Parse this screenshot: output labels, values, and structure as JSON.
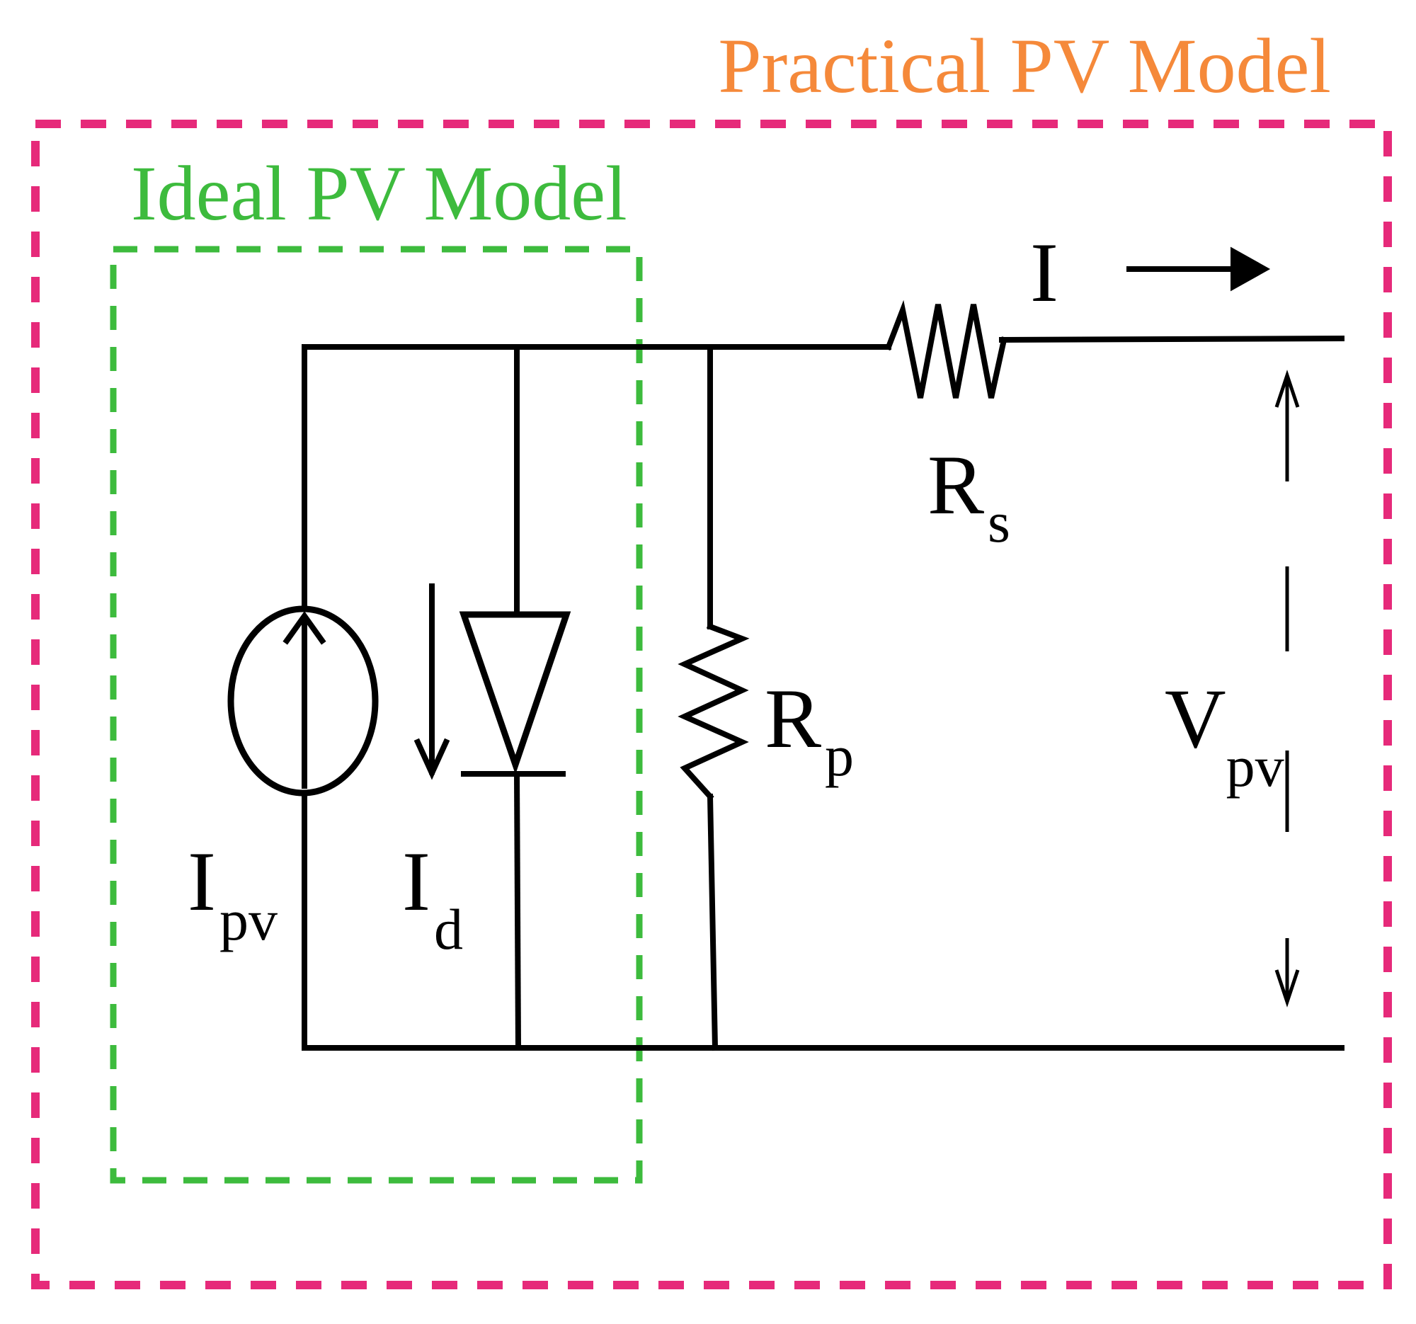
{
  "titles": {
    "practical": "Practical  PV Model",
    "ideal": "Ideal  PV Model"
  },
  "labels": {
    "current_out": "I",
    "rs_main": "R",
    "rs_sub": "s",
    "rp_main": "R",
    "rp_sub": "p",
    "vpv_main": "V",
    "vpv_sub": "pv",
    "ipv_main": "I",
    "ipv_sub": "pv",
    "id_main": "I",
    "id_sub": "d"
  },
  "colors": {
    "practical_box": "#e62a7a",
    "ideal_box": "#3dbb3d",
    "practical_title": "#f5893a",
    "ideal_title": "#3dbb3d",
    "wire": "#000000"
  }
}
